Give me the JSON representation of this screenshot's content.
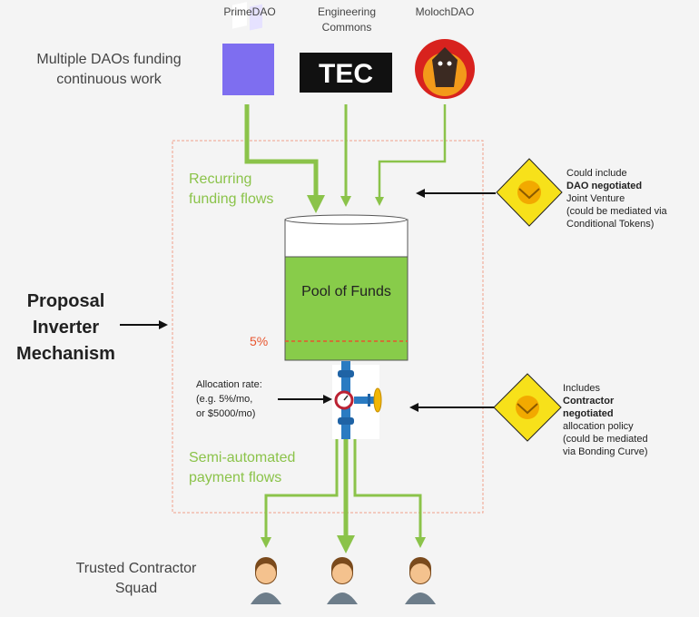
{
  "daos": [
    {
      "name": "PrimeDAO",
      "icon": "primedao-logo"
    },
    {
      "name": "Engineering\nCommons",
      "icon": "tec-logo",
      "logo_text": "TEC"
    },
    {
      "name": "MolochDAO",
      "icon": "moloch-logo"
    }
  ],
  "left_note": "Multiple DAOs funding\ncontinuous work",
  "recurring_label": "Recurring\nfunding flows",
  "mechanism_label": "Proposal\nInverter\nMechanism",
  "pool_label": "Pool of Funds",
  "threshold_label": "5%",
  "allocation_label": "Allocation rate:\n(e.g. 5%/mo,\nor $5000/mo)",
  "payment_label": "Semi-automated\npayment flows",
  "squad_label": "Trusted Contractor\nSquad",
  "note_top": {
    "line1": "Could include",
    "bold": "DAO negotiated",
    "rest": "Joint Venture\n(could be mediated via\nConditional Tokens)"
  },
  "note_bottom": {
    "line1": "Includes",
    "bold": "Contractor\nnegotiated",
    "rest": "allocation policy\n(could be mediated\nvia Bonding Curve)"
  },
  "colors": {
    "green": "#8bc34a",
    "pool": "#88cc4a",
    "border": "#f0a08a",
    "diamond": "#f7e11a",
    "threshold": "#e8552e"
  }
}
